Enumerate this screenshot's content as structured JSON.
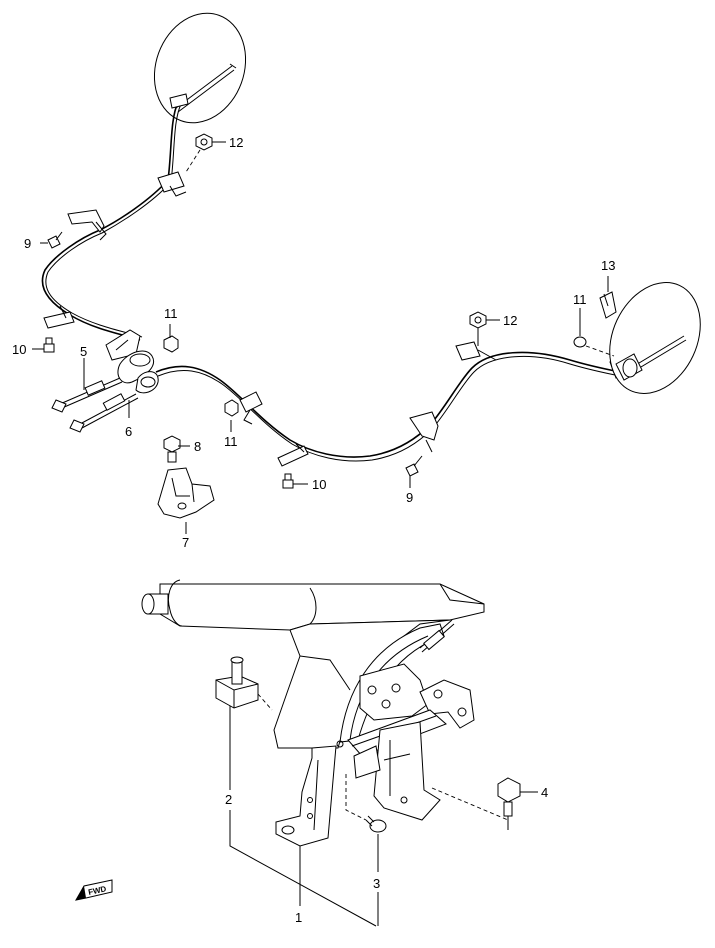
{
  "diagram": {
    "callouts": {
      "c1": "1",
      "c2": "2",
      "c3": "3",
      "c4": "4",
      "c5": "5",
      "c6": "6",
      "c7": "7",
      "c8": "8",
      "c9a": "9",
      "c9b": "9",
      "c10a": "10",
      "c10b": "10",
      "c11a": "11",
      "c11b": "11",
      "c11c": "11",
      "c12a": "12",
      "c12b": "12",
      "c13": "13"
    },
    "badge": {
      "fwd": "FWD"
    }
  }
}
